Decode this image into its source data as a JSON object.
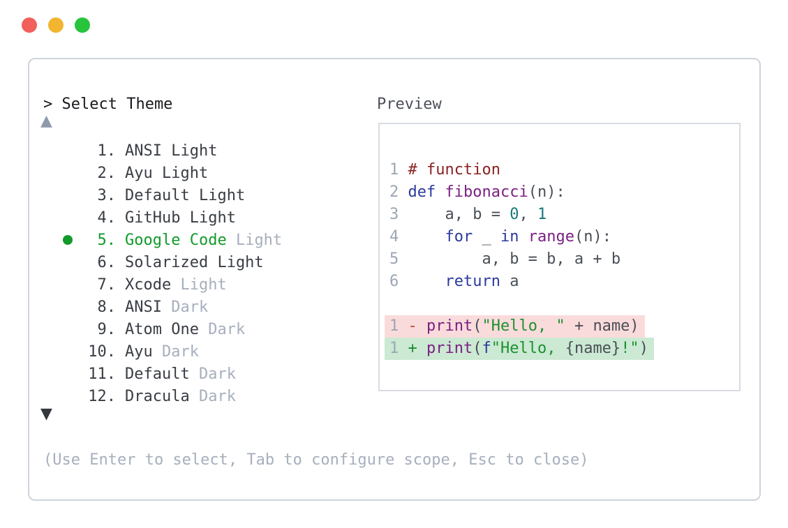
{
  "window": {
    "traffic_lights": [
      {
        "name": "close",
        "color": "#f1605b"
      },
      {
        "name": "minimize",
        "color": "#f2b52f"
      },
      {
        "name": "maximize",
        "color": "#27c43c"
      }
    ]
  },
  "colors": {
    "panel_border": "#ced4dc",
    "preview_border": "#d8dce2",
    "prompt_text": "#17191d",
    "item_text": "#383d44",
    "muted_text": "#a7afbd",
    "selected_green": "#129a2a",
    "scroll_up_arrow": "#8e99ab",
    "scroll_down_arrow": "#34383e",
    "preview_label": "#4b5058",
    "linenum": "#9ca6b4",
    "comment": "#8c2222",
    "keyword": "#2b3a9e",
    "func": "#7b2082",
    "plain": "#4a4f56",
    "number": "#17787c",
    "string": "#1d9130",
    "minus": "#c64040",
    "plus": "#1e8a33",
    "removed_bg": "#fadbdc",
    "added_bg": "#cbe9d3"
  },
  "theme_picker": {
    "prompt": "> Select Theme",
    "scroll_up_icon": "▲",
    "scroll_down_icon": "▼",
    "items": [
      {
        "number": "1.",
        "name": "ANSI Light",
        "variant": "",
        "selected": false
      },
      {
        "number": "2.",
        "name": "Ayu Light",
        "variant": "",
        "selected": false
      },
      {
        "number": "3.",
        "name": "Default Light",
        "variant": "",
        "selected": false
      },
      {
        "number": "4.",
        "name": "GitHub Light",
        "variant": "",
        "selected": false
      },
      {
        "number": "5.",
        "name": "Google Code",
        "variant": "Light",
        "selected": true
      },
      {
        "number": "6.",
        "name": "Solarized Light",
        "variant": "",
        "selected": false
      },
      {
        "number": "7.",
        "name": "Xcode",
        "variant": "Light",
        "selected": false
      },
      {
        "number": "8.",
        "name": "ANSI",
        "variant": "Dark",
        "selected": false
      },
      {
        "number": "9.",
        "name": "Atom One",
        "variant": "Dark",
        "selected": false
      },
      {
        "number": "10.",
        "name": "Ayu",
        "variant": "Dark",
        "selected": false
      },
      {
        "number": "11.",
        "name": "Default",
        "variant": "Dark",
        "selected": false
      },
      {
        "number": "12.",
        "name": "Dracula",
        "variant": "Dark",
        "selected": false
      }
    ],
    "help_text": "(Use Enter to select, Tab to configure scope, Esc to close)"
  },
  "preview": {
    "label": "Preview",
    "code_lines": [
      {
        "num": "1",
        "tokens": [
          {
            "t": "# function",
            "c": "comment"
          }
        ]
      },
      {
        "num": "2",
        "tokens": [
          {
            "t": "def",
            "c": "keyword"
          },
          {
            "t": " ",
            "c": "plain"
          },
          {
            "t": "fibonacci",
            "c": "func"
          },
          {
            "t": "(n):",
            "c": "plain"
          }
        ]
      },
      {
        "num": "3",
        "tokens": [
          {
            "t": "    a, b = ",
            "c": "plain"
          },
          {
            "t": "0",
            "c": "number"
          },
          {
            "t": ", ",
            "c": "plain"
          },
          {
            "t": "1",
            "c": "number"
          }
        ]
      },
      {
        "num": "4",
        "tokens": [
          {
            "t": "    ",
            "c": "plain"
          },
          {
            "t": "for",
            "c": "keyword"
          },
          {
            "t": " _ ",
            "c": "plain"
          },
          {
            "t": "in",
            "c": "keyword"
          },
          {
            "t": " ",
            "c": "plain"
          },
          {
            "t": "range",
            "c": "func"
          },
          {
            "t": "(n):",
            "c": "plain"
          }
        ]
      },
      {
        "num": "5",
        "tokens": [
          {
            "t": "        a, b = b, a + b",
            "c": "plain"
          }
        ]
      },
      {
        "num": "6",
        "tokens": [
          {
            "t": "    ",
            "c": "plain"
          },
          {
            "t": "return",
            "c": "keyword"
          },
          {
            "t": " a",
            "c": "plain"
          }
        ]
      }
    ],
    "diff_lines": [
      {
        "num": "1",
        "sign": "-",
        "type": "removed",
        "tokens": [
          {
            "t": "print",
            "c": "func"
          },
          {
            "t": "(",
            "c": "plain"
          },
          {
            "t": "\"Hello, \"",
            "c": "string"
          },
          {
            "t": " + name)",
            "c": "plain"
          }
        ]
      },
      {
        "num": "1",
        "sign": "+",
        "type": "added",
        "tokens": [
          {
            "t": "print",
            "c": "func"
          },
          {
            "t": "(",
            "c": "plain"
          },
          {
            "t": "f",
            "c": "keyword"
          },
          {
            "t": "\"Hello, ",
            "c": "string"
          },
          {
            "t": "{name}",
            "c": "plain"
          },
          {
            "t": "!\"",
            "c": "string"
          },
          {
            "t": ")",
            "c": "plain"
          }
        ]
      }
    ]
  }
}
